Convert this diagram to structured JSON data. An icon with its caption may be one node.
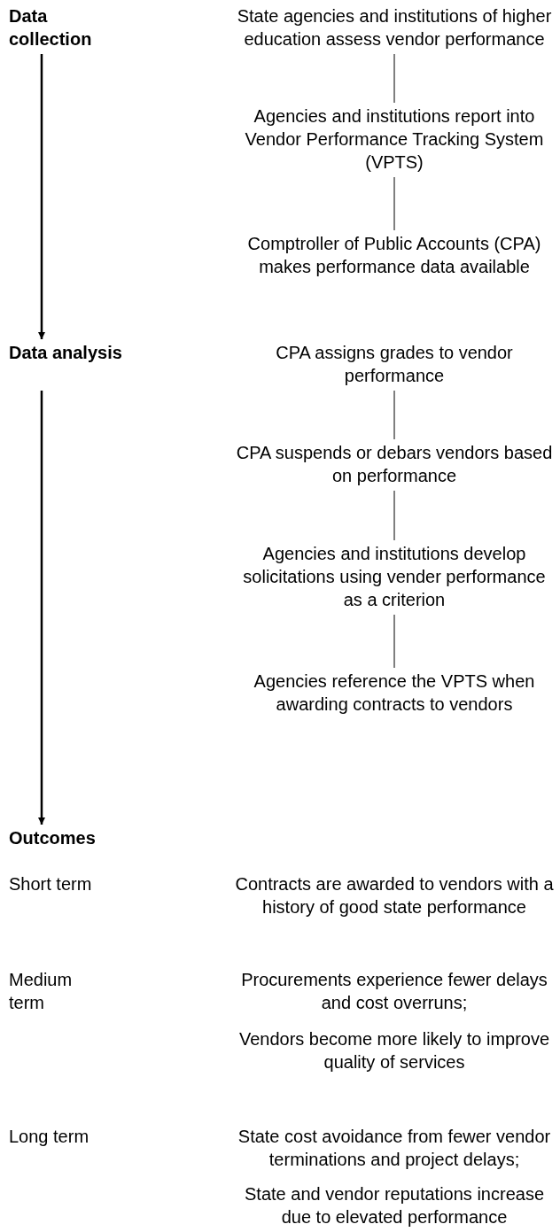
{
  "diagram": {
    "nodes": [
      {
        "text": [
          "Data collection"
        ]
      },
      {
        "text": [
          "State agencies and institutions of higher education assess vendor performance"
        ]
      },
      {
        "text": [
          "Agencies and institutions report into Vendor Performance Tracking System (VPTS)"
        ]
      },
      {
        "text": [
          "Comptroller of Public Accounts (CPA) makes performance data available"
        ]
      },
      {
        "text": [
          "Data analysis"
        ]
      },
      {
        "text": [
          "CPA assigns grades to vendor performance"
        ]
      },
      {
        "text": [
          "CPA suspends or debars vendors based on performance"
        ]
      },
      {
        "text": [
          "Agencies and institutions develop solicitations using vender performance as a criterion"
        ]
      },
      {
        "text": [
          "Agencies reference the VPTS when awarding contracts to vendors"
        ]
      },
      {
        "text": [
          "Outcomes"
        ]
      }
    ],
    "edges": [
      {
        "from": 0,
        "to": 4,
        "arrow": "to"
      },
      {
        "from": 1,
        "to": 2,
        "arrow": "none"
      },
      {
        "from": 2,
        "to": 3,
        "arrow": "none"
      },
      {
        "from": 4,
        "to": 9,
        "arrow": "to"
      },
      {
        "from": 5,
        "to": 6,
        "arrow": "none"
      },
      {
        "from": 6,
        "to": 7,
        "arrow": "none"
      },
      {
        "from": 7,
        "to": 8,
        "arrow": "none"
      }
    ],
    "labels": [
      "Short term",
      "Contracts are awarded to vendors with a history of good state performance",
      "Medium term",
      "Procurements experience fewer delays and cost overruns;",
      "Vendors become more likely to improve quality of services",
      "Long term",
      "State cost avoidance from fewer vendor terminations and project delays;",
      "State and vendor reputations increase due to elevated performance"
    ]
  }
}
